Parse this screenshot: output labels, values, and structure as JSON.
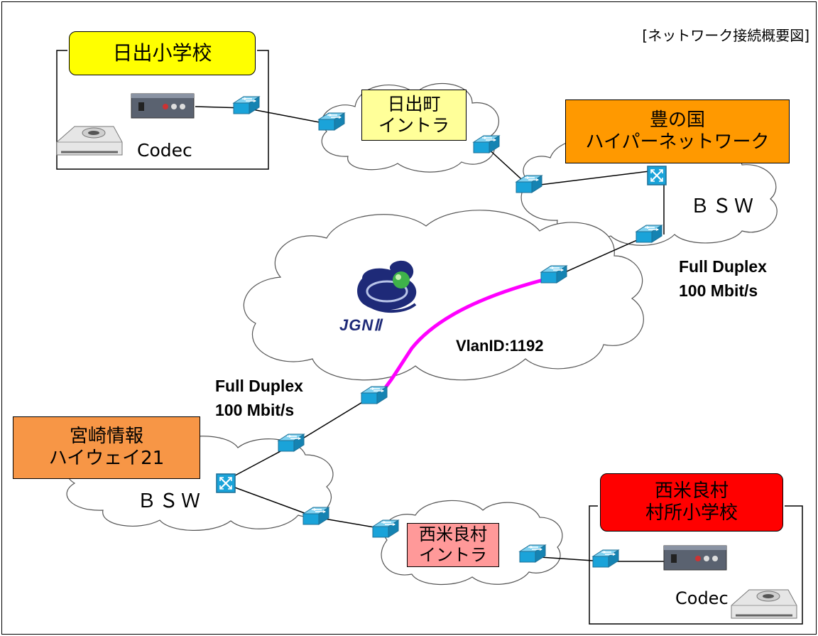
{
  "diagram_title": "[ネットワーク接続概要図]",
  "sites": {
    "hiji_school": {
      "label": "日出小学校",
      "color": "#ffff00"
    },
    "hiji_intra": {
      "line1": "日出町",
      "line2": "イントラ",
      "color": "#ffff99"
    },
    "bungo_net": {
      "line1": "豊の国",
      "line2": "ハイパーネットワーク",
      "color": "#ff9900"
    },
    "miyazaki_hw": {
      "line1": "宮崎情報",
      "line2": "ハイウェイ21",
      "color": "#f79646"
    },
    "nishimera_intra": {
      "line1": "西米良村",
      "line2": "イントラ",
      "color": "#ff9999"
    },
    "nishimera_school": {
      "line1": "西米良村",
      "line2": "村所小学校",
      "color": "#ff0000"
    }
  },
  "labels": {
    "codec_top": "Codec",
    "codec_bottom": "Codec",
    "bsw_top": "ＢＳＷ",
    "bsw_bottom": "ＢＳＷ",
    "duplex_right_1": "Full Duplex",
    "duplex_right_2": "100 Mbit/s",
    "duplex_left_1": "Full Duplex",
    "duplex_left_2": "100 Mbit/s",
    "vlan": "VlanID:1192",
    "jgn_logo": "JGNⅡ"
  },
  "colors": {
    "vlan_link": "#ff00ff",
    "switch": "#1aa3d9",
    "cloud_stroke": "#555555"
  }
}
